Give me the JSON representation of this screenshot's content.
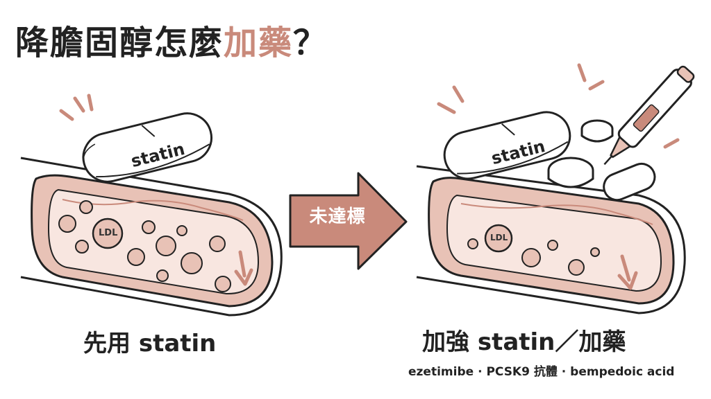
{
  "title": {
    "main": "降膽固醇怎麼",
    "accent": "加藥",
    "end": "？"
  },
  "left_panel": {
    "pill_label": "statin",
    "particle_label": "LDL",
    "caption": "先用 statin"
  },
  "arrow": {
    "label": "未達標"
  },
  "right_panel": {
    "pill_label": "statin",
    "particle_label": "LDL",
    "caption": "加強 statin／加藥",
    "options": "ezetimibe · PCSK9 抗體 · bempedoic acid"
  },
  "colors": {
    "accent": "#c98a7b",
    "vessel_wall": "#e8c2b6",
    "vessel_lumen": "#f8e6e0",
    "arrow": "#c98a7b",
    "outline": "#222222"
  },
  "icons": [
    "pill-icon",
    "pen-injector-icon",
    "blood-vessel-icon",
    "ldl-particle-icon",
    "flow-arrow-icon",
    "right-arrow-icon"
  ]
}
